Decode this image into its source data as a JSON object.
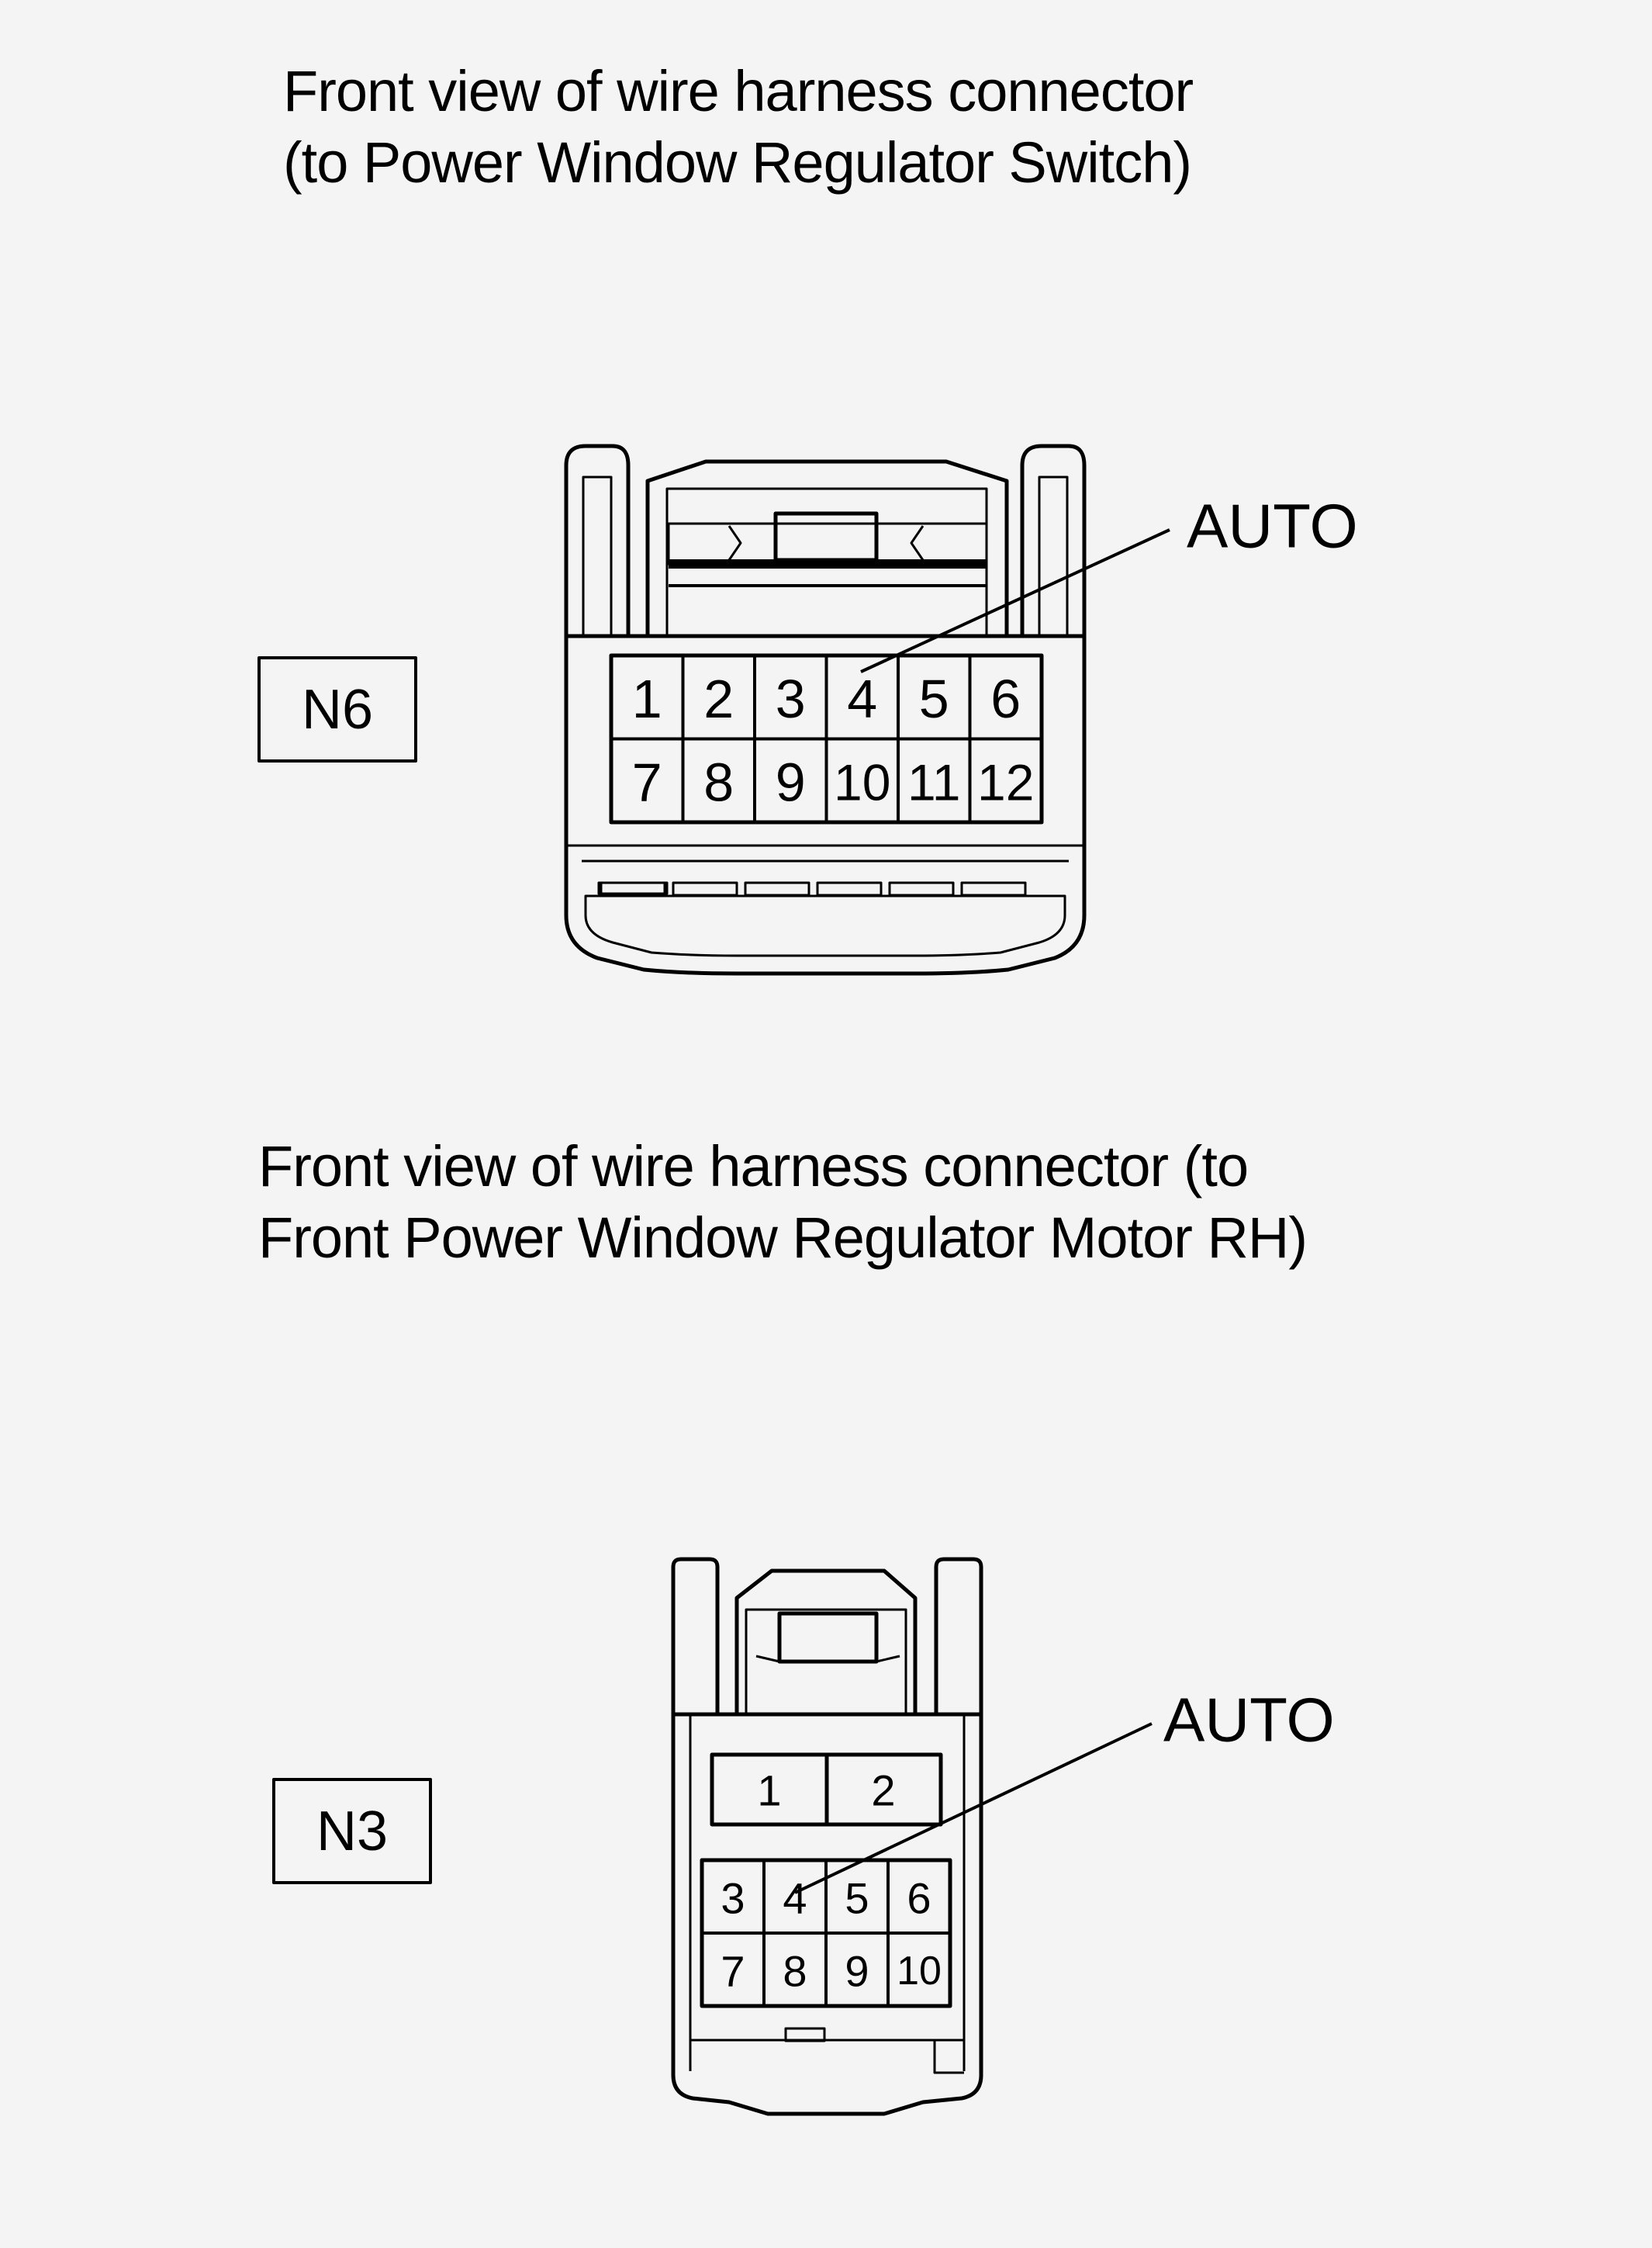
{
  "sections": [
    {
      "caption_lines": [
        "Front view  of wire  harness connector",
        "(to Power Window Regulator  Switch)"
      ],
      "connector_id": "N6",
      "callout": "AUTO",
      "pins": [
        "1",
        "2",
        "3",
        "4",
        "5",
        "6",
        "7",
        "8",
        "9",
        "10",
        "11",
        "12"
      ]
    },
    {
      "caption_lines": [
        "Front view  of wire  harness connector  (to",
        "Front Power Window Regulator Motor RH)"
      ],
      "connector_id": "N3",
      "callout": "AUTO",
      "pins": [
        "1",
        "2",
        "3",
        "4",
        "5",
        "6",
        "7",
        "8",
        "9",
        "10"
      ]
    }
  ]
}
